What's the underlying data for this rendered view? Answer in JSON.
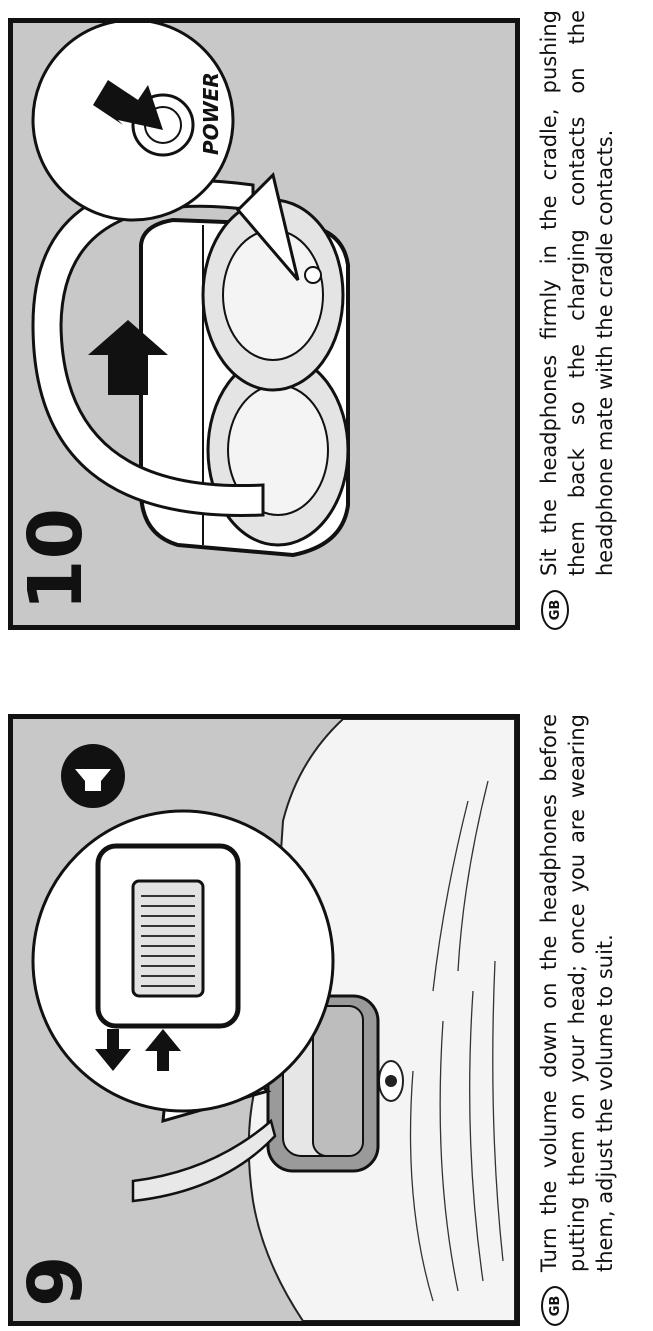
{
  "steps": [
    {
      "number": "9",
      "language_badge": "GB",
      "text": "Turn the volume down on the headphones before putting them on your head; once you are wearing them, adjust the volume to suit.",
      "illustration": "volume-wheel-icon"
    },
    {
      "number": "10",
      "language_badge": "GB",
      "text": "Sit the headphones firmly in the cradle, pushing them back so the charging contacts on the headphone mate with the cradle contacts.",
      "illustration": "charging-cradle-icon",
      "power_label": "POWER"
    }
  ],
  "colors": {
    "panel_background": "#c8c8c8",
    "ink": "#111111",
    "paper": "#ffffff"
  }
}
